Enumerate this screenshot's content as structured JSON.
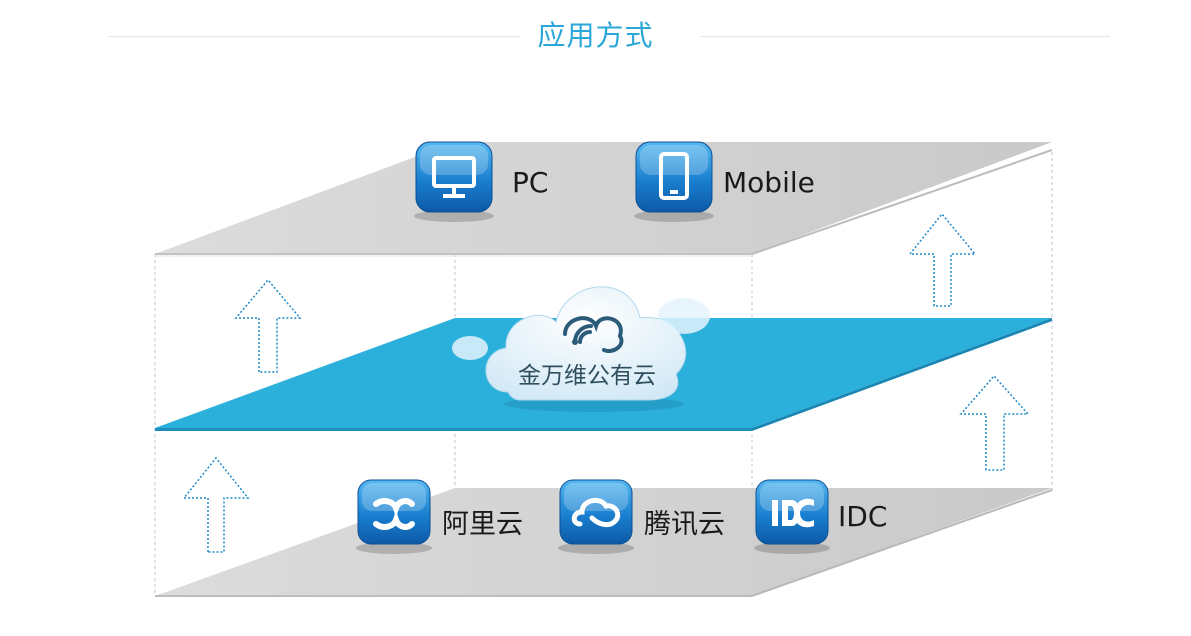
{
  "title": "应用方式",
  "top_layer": {
    "items": [
      {
        "label": "PC",
        "icon": "monitor-icon"
      },
      {
        "label": "Mobile",
        "icon": "tablet-icon"
      }
    ]
  },
  "middle_layer": {
    "label": "金万维公有云",
    "icon": "cloud-signal-icon",
    "color": "#2bb0db"
  },
  "bottom_layer": {
    "items": [
      {
        "label": "阿里云",
        "icon": "aliyun-icon"
      },
      {
        "label": "腾讯云",
        "icon": "tencent-cloud-icon"
      },
      {
        "label": "IDC",
        "icon": "idc-icon"
      }
    ]
  },
  "colors": {
    "accent": "#2aa7d8",
    "plate": "#d9d9d9",
    "icon_blue": "#1d86cf",
    "arrow": "#1e88c8"
  }
}
